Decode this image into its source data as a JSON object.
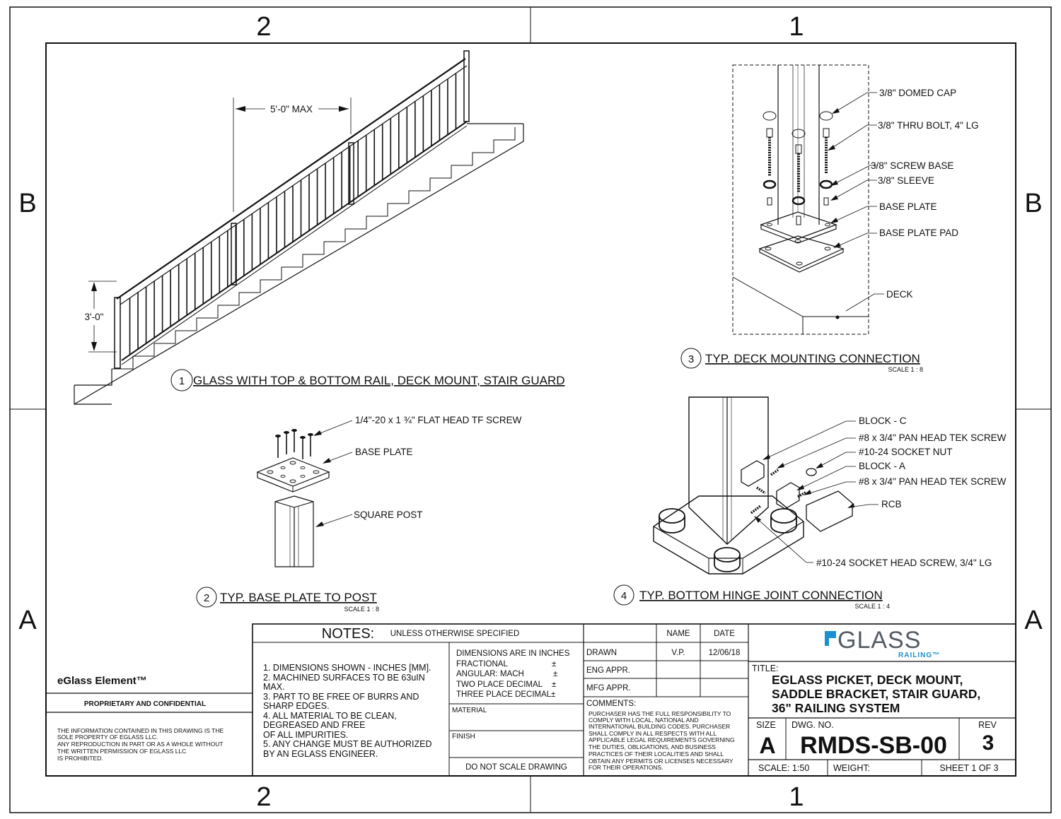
{
  "border": {
    "cols_top": [
      "2",
      "1"
    ],
    "cols_bottom": [
      "2",
      "1"
    ],
    "rows_left": [
      "B",
      "A"
    ],
    "rows_right": [
      "B",
      "A"
    ]
  },
  "view1": {
    "number": "1",
    "caption": "GLASS WITH TOP & BOTTOM RAIL, DECK MOUNT, STAIR GUARD",
    "dim_span": "5'-0\" MAX",
    "dim_height": "3'-0\""
  },
  "view2": {
    "number": "2",
    "caption": "TYP. BASE PLATE TO POST",
    "scale": "SCALE 1 : 8",
    "labels": [
      "1/4\"-20  x 1 ¾\" FLAT HEAD TF SCREW",
      "BASE PLATE",
      "SQUARE POST"
    ]
  },
  "view3": {
    "number": "3",
    "caption": "TYP. DECK MOUNTING CONNECTION",
    "scale": "SCALE 1 : 8",
    "labels": [
      "3/8\" DOMED CAP",
      "3/8\" THRU BOLT, 4\" LG",
      "3/8\" SCREW BASE",
      "3/8\" SLEEVE",
      "BASE PLATE",
      "BASE PLATE PAD",
      "DECK"
    ]
  },
  "view4": {
    "number": "4",
    "caption": "TYP. BOTTOM HINGE JOINT CONNECTION",
    "scale": "SCALE 1 : 4",
    "labels": [
      "BLOCK - C",
      "#8 x 3/4\" PAN HEAD TEK SCREW",
      "#10-24 SOCKET NUT",
      "BLOCK - A",
      "#8 x 3/4\" PAN HEAD TEK SCREW",
      "RCB",
      "#10-24 SOCKET HEAD SCREW, 3/4\" LG"
    ]
  },
  "left_block": {
    "product": "eGlass Element™",
    "proprietary": "PROPRIETARY AND CONFIDENTIAL",
    "legal": [
      "THE INFORMATION CONTAINED IN THIS DRAWING IS THE",
      "SOLE PROPERTY OF EGLASS LLC.",
      "ANY REPRODUCTION IN PART OR AS A WHOLE WITHOUT",
      "THE WRITTEN PERMISSION OF EGLASS LLC",
      "IS PROHIBITED."
    ]
  },
  "notes": {
    "heading": "NOTES:",
    "subheading": "UNLESS OTHERWISE SPECIFIED",
    "lines": [
      "1. DIMENSIONS SHOWN - INCHES [MM].",
      "2. MACHINED SURFACES TO BE 63uIN",
      "MAX.",
      "3. PART TO BE FREE OF BURRS AND",
      "SHARP EDGES.",
      "4. ALL MATERIAL TO BE CLEAN,",
      "DEGREASED AND FREE",
      "OF ALL IMPURITIES.",
      "5. ANY CHANGE MUST BE AUTHORIZED",
      "BY AN EGLASS ENGINEER."
    ]
  },
  "tolerances": {
    "lines": [
      "DIMENSIONS ARE IN INCHES",
      "FRACTIONAL",
      "ANGULAR: MACH",
      "TWO PLACE DECIMAL",
      "THREE PLACE DECIMAL"
    ],
    "pm": "±",
    "material": "MATERIAL",
    "finish": "FINISH",
    "do_not_scale": "DO NOT SCALE DRAWING"
  },
  "approvals": {
    "name_header": "NAME",
    "date_header": "DATE",
    "drawn": "DRAWN",
    "drawn_name": "V.P.",
    "drawn_date": "12/06/18",
    "eng": "ENG APPR.",
    "mfg": "MFG APPR.",
    "comments_label": "COMMENTS:",
    "comments": [
      "PURCHASER HAS THE FULL RESPONSIBILITY TO",
      "COMPLY WITH LOCAL, NATIONAL AND",
      "INTERNATIONAL BUILDING CODES. PURCHASER",
      "SHALL COMPLY IN ALL RESPECTS WITH ALL",
      "APPLICABLE LEGAL REQUIREMENTS GOVERNING",
      "THE DUTIES, OBLIGATIONS, AND BUSINESS",
      "PRACTICES OF THEIR LOCALITIES AND SHALL",
      "OBTAIN ANY PERMITS OR LICENSES NECESSARY",
      "FOR THEIR OPERATIONS."
    ]
  },
  "title_block": {
    "logo_main": "GLASS",
    "logo_sub": "RAILING™",
    "title_label": "TITLE:",
    "title_lines": [
      "EGLASS PICKET, DECK MOUNT,",
      "SADDLE BRACKET, STAIR GUARD,",
      "36\" RAILING SYSTEM"
    ],
    "size_label": "SIZE",
    "size": "A",
    "dwg_label": "DWG.  NO.",
    "dwg_no": "RMDS-SB-00",
    "rev_label": "REV",
    "rev": "3",
    "scale": "SCALE: 1:50",
    "weight": "WEIGHT:",
    "sheet": "SHEET 1 OF 3"
  },
  "colors": {
    "ink": "#111111",
    "logo_blue": "#1b8fd1",
    "logo_gray": "#555b63"
  }
}
